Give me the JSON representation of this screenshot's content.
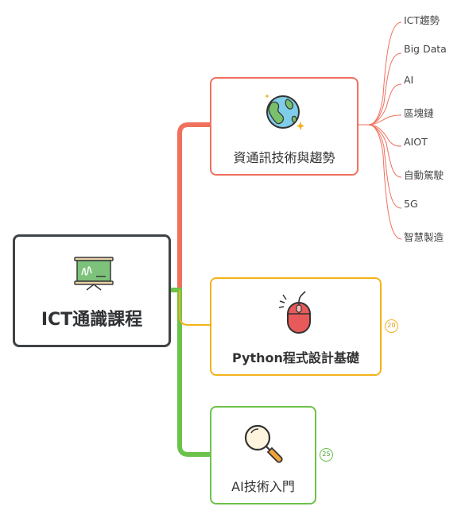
{
  "root": {
    "title": "ICT通識課程"
  },
  "branches": [
    {
      "label": "資通訊技術與趨勢",
      "color": "#f0705e",
      "icon": "globe-icon",
      "leaves": [
        "ICT趨勢",
        "Big Data",
        "AI",
        "區塊鏈",
        "AIOT",
        "自動駕駛",
        "5G",
        "智慧製造"
      ]
    },
    {
      "label": "Python程式設計基礎",
      "color": "#f3b21a",
      "icon": "mouse-icon",
      "badge": "20"
    },
    {
      "label": "AI技術入門",
      "color": "#6cc24a",
      "icon": "magnifier-icon",
      "badge": "25"
    }
  ],
  "root_icon": "presentation-board-icon"
}
